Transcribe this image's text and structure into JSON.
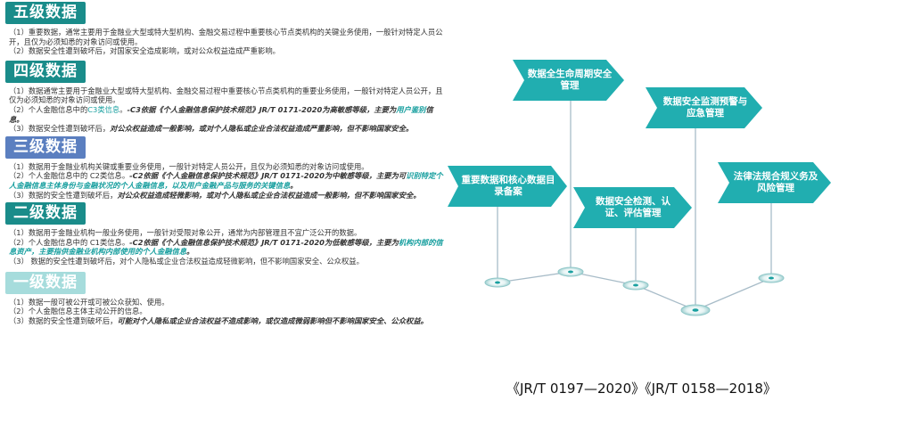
{
  "levels": [
    {
      "title": "五级数据",
      "lines": [
        "（1）重要数据，通常主要用于金融业大型或特大型机构、金融交易过程中重要核心节点类机构的关键业务使用，一般针对特定人员公开，且仅为必须知悉的对象访问或使用。",
        "（2）数据安全性遭到破坏后，对国家安全造成影响，或对公众权益造成严重影响。"
      ]
    },
    {
      "title": "四级数据",
      "l1": "（1）数据通常主要用于金融业大型或特大型机构、金融交易过程中重要核心节点类机构的重要业务使用，一般针对特定人员公开，且仅为必须知悉的对象访问或使用。",
      "l2a": "（2）个人金融信息中的",
      "l2b": "C3类信息",
      "l2c": "。",
      "l2d": "-C3依据《个人金融信息保护技术规范》JR/T 0171-2020为高敏感等级，主要为",
      "l2e": "用户鉴别",
      "l2f": "信息。",
      "l3a": "（3）数据安全性遭到破坏后，",
      "l3b": "对公众权益造成一般影响，或对个人隐私或企业合法权益造成严重影响，但不影响国家安全。"
    },
    {
      "title": "三级数据",
      "l1": "（1）数据用于金融业机构关键或重要业务使用，一般针对特定人员公开，且仅为必须知悉的对象访问或使用。",
      "l2a": "（2）个人金融信息中的 C2类信息。",
      "l2b": "-C2依据《个人金融信息保护技术规范》JR/T 0171-2020为中敏感等级，主要为可",
      "l2c": "识别特定个人金融信息主体身份与金融状况的个人金融信息，以及用户金融产品与服务的关键信息",
      "l2d": "。",
      "l3a": "（3）数据的安全性遭到破坏后，",
      "l3b": "对公众权益造成轻微影响，或对个人隐私或企业合法权益造成一般影响，但不影响国家安全。"
    },
    {
      "title": "二级数据",
      "l1": "（1）数据用于金融业机构一般业务使用，一般针对受限对象公开，通常为内部管理且不宜广泛公开的数据。",
      "l2a": "（2）个人金融信息中的 C1类信息。",
      "l2b": "-C2依据《个人金融信息保护技术规范》JR/T 0171-2020为低敏感等级，主要为",
      "l2c": "机构内部的信息资产，主要指供金融业机构内部使用的个人金融信息",
      "l2d": "。",
      "l3": "（3） 数据的安全性遭到破坏后，对个人隐私或企业合法权益造成轻微影响，但不影响国家安全、公众权益。"
    },
    {
      "title": "一级数据",
      "l1": "（1）数据一般可被公开或可被公众获知、使用。",
      "l2": "（2）个人金融信息主体主动公开的信息。",
      "l3a": "（3）数据的安全性遭到破坏后，",
      "l3b": "可能对个人隐私或企业合法权益不造成影响，或仅造成微弱影响但不影响国家安全、公众权益。"
    }
  ],
  "arrows": [
    "数据全生命周期安全管理",
    "数据安全监测预警与应急管理",
    "重要数据和核心数据目录备案",
    "数据安全检测、认证、评估管理",
    "法律法规合规义务及风险管理"
  ],
  "reference": "《JR/T 0197—2020》《JR/T 0158—2018》",
  "colors": {
    "teal": "#1a8c8a",
    "blue": "#5b7fc0",
    "light": "#a6dcdc",
    "arrow": "#21aeb0"
  }
}
